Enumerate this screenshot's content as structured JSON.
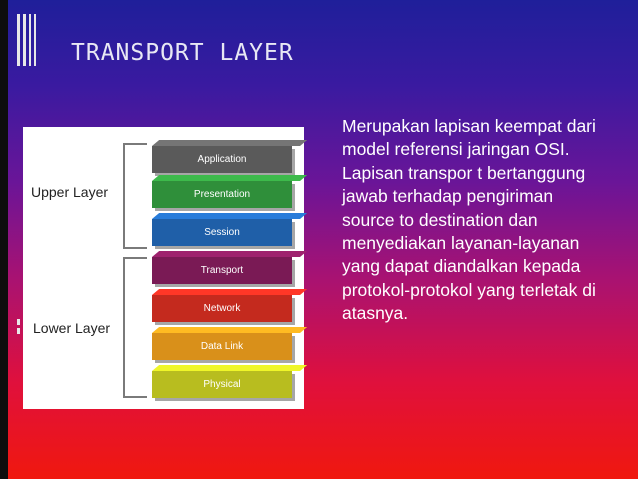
{
  "slide": {
    "title": "TRANSPORT LAYER",
    "body": "Merupakan lapisan keempat dari model referensi jaringan OSI. Lapisan transpor t bertanggung jawab terhadap pengiriman source to destination dan menyediakan layanan-layanan yang dapat diandalkan kepada protokol-protokol yang terletak di atasnya."
  },
  "figure": {
    "groups": [
      {
        "label": "Upper Layer"
      },
      {
        "label": "Lower Layer"
      }
    ],
    "layers": [
      {
        "label": "Application",
        "color": "#5a5a5a"
      },
      {
        "label": "Presentation",
        "color": "#2f8f3a"
      },
      {
        "label": "Session",
        "color": "#1f5fa8"
      },
      {
        "label": "Transport",
        "color": "#7a1a55"
      },
      {
        "label": "Network",
        "color": "#c42a1e"
      },
      {
        "label": "Data Link",
        "color": "#d9901a"
      },
      {
        "label": "Physical",
        "color": "#b8bd1f"
      }
    ]
  },
  "colors": {
    "background_top": "#1f1f9a",
    "background_bottom": "#f0180e",
    "text": "#ffffff"
  }
}
